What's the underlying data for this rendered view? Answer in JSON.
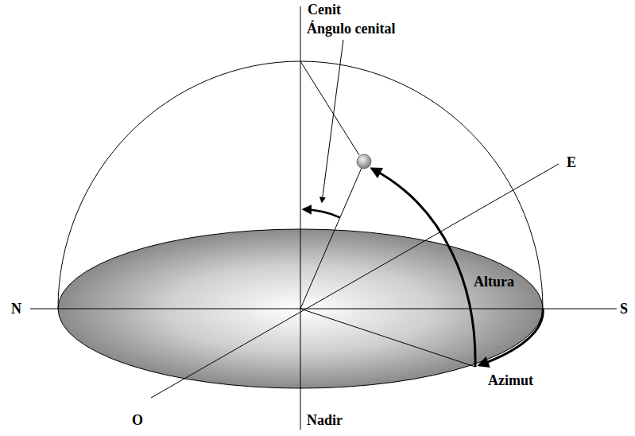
{
  "diagram": {
    "labels": [
      "Cenit",
      "Ángulo cenital",
      "E",
      "N",
      "S",
      "Altura",
      "Azimut",
      "O",
      "Nadir"
    ]
  }
}
